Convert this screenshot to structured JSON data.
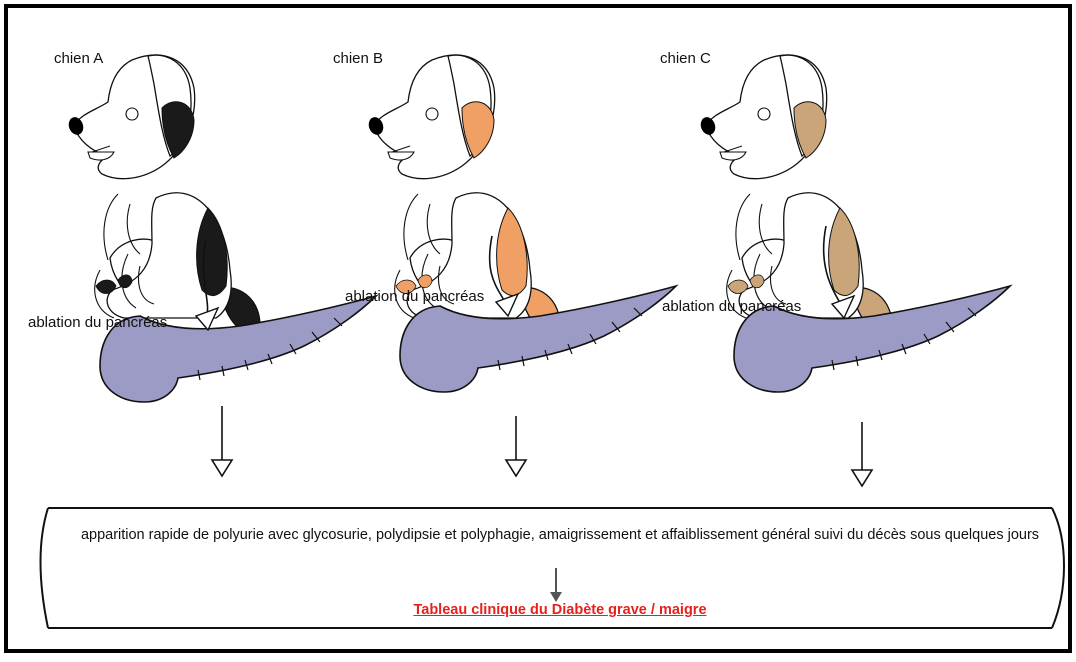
{
  "dogs": [
    {
      "label": "chien A",
      "spot_color": "#1a1a1a",
      "procedure": "ablation du pancréas"
    },
    {
      "label": "chien B",
      "spot_color": "#f0a064",
      "procedure": "ablation du pancréas"
    },
    {
      "label": "chien C",
      "spot_color": "#caa57a",
      "procedure": "ablation du pancréas"
    }
  ],
  "pancreas_color": "#9b9bc5",
  "outcome": {
    "description": "apparition rapide de polyurie avec glycosurie, polydipsie et polyphagie, amaigrissement et affaiblissement général suivi du décès sous quelques jours",
    "diagnosis": "Tableau clinique du Diabète grave / maigre",
    "diagnosis_color": "#e8211c"
  }
}
